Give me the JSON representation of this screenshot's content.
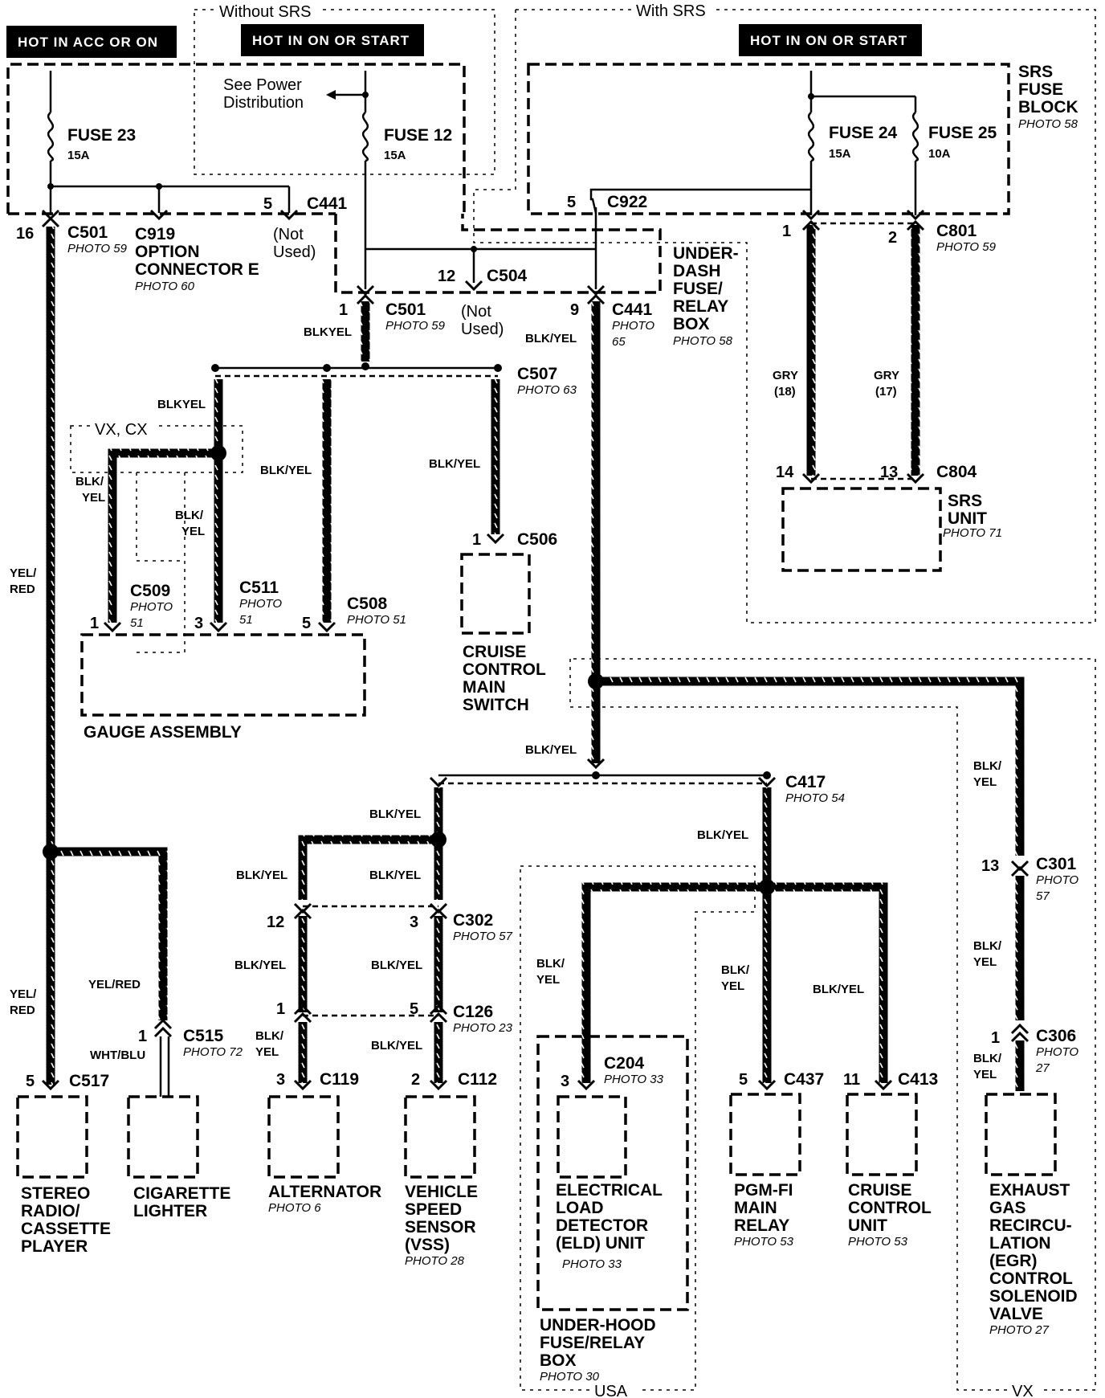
{
  "headers": {
    "acc": "HOT IN ACC OR ON",
    "on_start_1": "HOT IN ON OR START",
    "on_start_2": "HOT IN ON OR START"
  },
  "regions": {
    "without_srs": "Without SRS",
    "with_srs": "With SRS",
    "vx_cx": "VX, CX",
    "usa": "USA",
    "vx": "VX"
  },
  "fuses": {
    "f23": "FUSE 23",
    "f23_amp": "15A",
    "f12": "FUSE 12",
    "f12_amp": "15A",
    "f24": "FUSE 24",
    "f24_amp": "15A",
    "f25": "FUSE 25",
    "f25_amp": "10A"
  },
  "boxes": {
    "srs_fuse_block": [
      "SRS",
      "FUSE",
      "BLOCK"
    ],
    "srs_fuse_block_photo": "PHOTO 58",
    "underdash": [
      "UNDER-",
      "DASH",
      "FUSE/",
      "RELAY",
      "BOX"
    ],
    "underdash_photo": "PHOTO 58",
    "see_power": [
      "See Power",
      "Distribution"
    ]
  },
  "connectors": {
    "c501_top": "C501",
    "c501_top_photo": "PHOTO 59",
    "c501_top_pin": "16",
    "c919": [
      "C919",
      "OPTION",
      "CONNECTOR E"
    ],
    "c919_photo": "PHOTO 60",
    "c441_top": "C441",
    "c441_top_pin": "5",
    "not_used_1": [
      "(Not",
      "Used)"
    ],
    "c922": "C922",
    "c922_pin": "5",
    "c801": "C801",
    "c801_photo": "PHOTO 59",
    "c801_pin1": "1",
    "c801_pin2": "2",
    "c504": "C504",
    "c504_pin": "12",
    "c501_mid": "C501",
    "c501_mid_photo": "PHOTO 59",
    "c501_mid_pin": "1",
    "not_used_2": [
      "(Not",
      "Used)"
    ],
    "c441_mid": "C441",
    "c441_mid_photo": [
      "PHOTO",
      "65"
    ],
    "c441_mid_pin": "9",
    "c507": "C507",
    "c507_photo": "PHOTO 63",
    "c804": "C804",
    "c804_pin14": "14",
    "c804_pin13": "13",
    "c506": "C506",
    "c506_pin": "1",
    "c509": "C509",
    "c509_photo": [
      "PHOTO",
      "51"
    ],
    "c509_pin": "1",
    "c511": "C511",
    "c511_photo": [
      "PHOTO",
      "51"
    ],
    "c511_pin": "3",
    "c508": "C508",
    "c508_photo": "PHOTO 51",
    "c508_pin": "5",
    "c417": "C417",
    "c417_photo": "PHOTO 54",
    "c302": "C302",
    "c302_photo": "PHOTO 57",
    "c302_pin12": "12",
    "c302_pin3": "3",
    "c126": "C126",
    "c126_photo": "PHOTO 23",
    "c126_pin1": "1",
    "c126_pin5": "5",
    "c301": "C301",
    "c301_photo": [
      "PHOTO",
      "57"
    ],
    "c301_pin": "13",
    "c306": "C306",
    "c306_photo": [
      "PHOTO",
      "27"
    ],
    "c306_pin": "1",
    "c515": "C515",
    "c515_photo": "PHOTO 72",
    "c515_pin": "1",
    "c517": "C517",
    "c517_pin": "5",
    "c119": "C119",
    "c119_pin": "3",
    "c112": "C112",
    "c112_pin": "2",
    "c204": "C204",
    "c204_photo": "PHOTO 33",
    "c204_pin": "3",
    "c437": "C437",
    "c437_pin": "5",
    "c413": "C413",
    "c413_pin": "11"
  },
  "wires": {
    "blkyel": "BLKYEL",
    "blk_yel": "BLK/YEL",
    "blk_yel_split": [
      "BLK/",
      "YEL"
    ],
    "yel_red_split": [
      "YEL/",
      "RED"
    ],
    "yel_red": "YEL/RED",
    "wht_blu": "WHT/BLU",
    "gry": "GRY",
    "gry18": "(18)",
    "gry17": "(17)"
  },
  "components": {
    "srs_unit": [
      "SRS",
      "UNIT"
    ],
    "srs_unit_photo": "PHOTO 71",
    "gauge": "GAUGE ASSEMBLY",
    "cruise_switch": [
      "CRUISE",
      "CONTROL",
      "MAIN",
      "SWITCH"
    ],
    "stereo": [
      "STEREO",
      "RADIO/",
      "CASSETTE",
      "PLAYER"
    ],
    "lighter": [
      "CIGARETTE",
      "LIGHTER"
    ],
    "alternator": "ALTERNATOR",
    "alternator_photo": "PHOTO 6",
    "vss": [
      "VEHICLE",
      "SPEED",
      "SENSOR",
      "(VSS)"
    ],
    "vss_photo": "PHOTO 28",
    "eld": [
      "ELECTRICAL",
      "LOAD",
      "DETECTOR",
      "(ELD) UNIT"
    ],
    "eld_photo": "PHOTO 33",
    "pgm": [
      "PGM-FI",
      "MAIN",
      "RELAY"
    ],
    "pgm_photo": "PHOTO 53",
    "ccu": [
      "CRUISE",
      "CONTROL",
      "UNIT"
    ],
    "ccu_photo": "PHOTO 53",
    "egr": [
      "EXHAUST",
      "GAS",
      "RECIRCU-",
      "LATION",
      "(EGR)",
      "CONTROL",
      "SOLENOID",
      "VALVE"
    ],
    "egr_photo": "PHOTO 27",
    "underhood": [
      "UNDER-HOOD",
      "FUSE/RELAY",
      "BOX"
    ],
    "underhood_photo": "PHOTO 30"
  }
}
